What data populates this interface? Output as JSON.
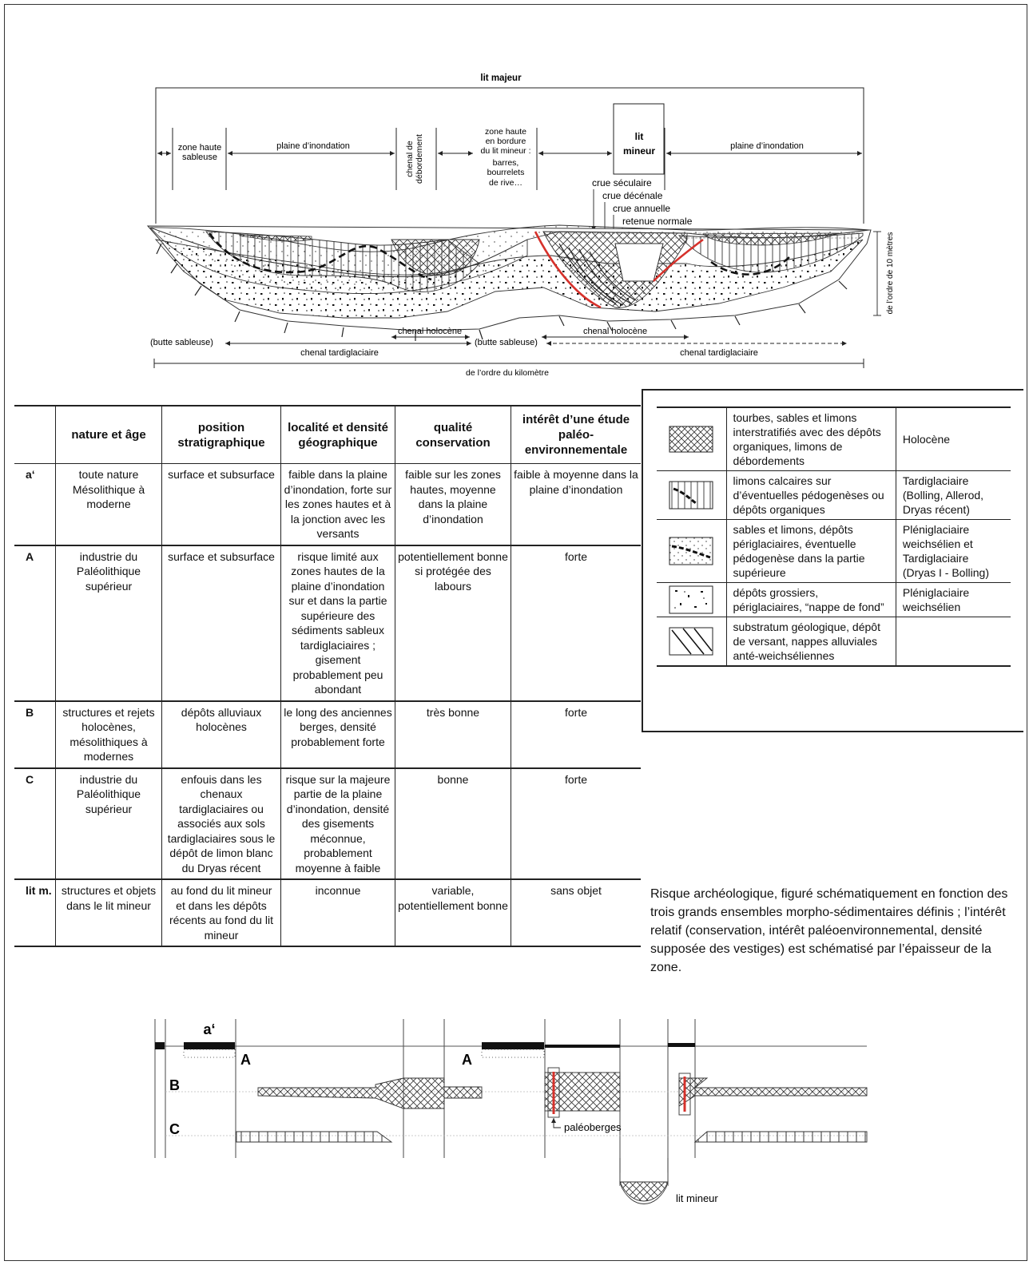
{
  "section_profile": {
    "lit_majeur": "lit majeur",
    "zones": {
      "zone_haute_sableuse": [
        "zone haute",
        "sableuse"
      ],
      "plaine_inondation_left": "plaine d’inondation",
      "chenal_debordement": [
        "chenal de",
        "débordement"
      ],
      "zone_haute_bordure": [
        "zone haute",
        "en bordure",
        "du lit mineur :",
        "barres,",
        "bourrelets",
        "de rive…"
      ],
      "lit_mineur": [
        "lit",
        "mineur"
      ],
      "plaine_inondation_right": "plaine d’inondation"
    },
    "flood_levels": [
      "crue séculaire",
      "crue décénale",
      "crue annuelle",
      "retenue normale"
    ],
    "vertical_scale": "de l’ordre de 10 mètres",
    "horizontal_scale": "de l’ordre du kilomètre",
    "bottom_labels": {
      "chenal_holocene_1": "chenal holocène",
      "chenal_holocene_2": "chenal holocène",
      "butte_sableuse_1": "(butte sableuse)",
      "butte_sableuse_2": "(butte sableuse)",
      "chenal_tardiglaciaire_1": "chenal tardiglaciaire",
      "chenal_tardiglaciaire_2": "chenal tardiglaciaire"
    }
  },
  "main_table": {
    "headers": [
      "",
      "nature et âge",
      "position stratigraphique",
      "localité et densité géographique",
      "qualité conservation",
      "intérêt d’une étude paléo-environnementale"
    ],
    "rows": [
      {
        "key": "a‘",
        "cells": [
          "toute nature Mésolithique à moderne",
          "surface et subsurface",
          "faible dans la plaine d’inondation, forte sur les zones hautes et à la jonction avec les versants",
          "faible sur les zones hautes, moyenne dans la plaine d’inondation",
          "faible à moyenne dans la plaine d’inondation"
        ]
      },
      {
        "key": "A",
        "cells": [
          "industrie du Paléolithique supérieur",
          "surface et subsurface",
          "risque limité aux zones hautes de la plaine d’inondation sur et dans la partie supérieure des sédiments sableux tardiglaciaires ; gisement probablement peu abondant",
          "potentiellement bonne si protégée des labours",
          "forte"
        ]
      },
      {
        "key": "B",
        "cells": [
          "structures et rejets holocènes, mésolithiques à modernes",
          "dépôts alluviaux holocènes",
          "le long des anciennes berges, densité probablement forte",
          "très bonne",
          "forte"
        ]
      },
      {
        "key": "C",
        "cells": [
          "industrie du Paléolithique supérieur",
          "enfouis dans les chenaux tardiglaciaires ou associés aux sols tardiglaciaires sous le dépôt de limon blanc du Dryas récent",
          "risque sur la majeure partie de la plaine d’inondation, densité des gisements méconnue, probablement moyenne à faible",
          "bonne",
          "forte"
        ]
      },
      {
        "key": "lit m.",
        "cells": [
          "structures et objets dans le lit mineur",
          "au fond du lit mineur et dans les dépôts récents au fond du lit mineur",
          "inconnue",
          "variable, potentiellement bonne",
          "sans objet"
        ]
      }
    ]
  },
  "legend": [
    {
      "pattern": "crosshatch",
      "description": "tourbes, sables et limons interstratifiés avec des dépôts organiques, limons de débordements",
      "age": "Holocène"
    },
    {
      "pattern": "vertical-lines-dashed",
      "description": "limons calcaires sur d’éventuelles pédogenèses ou dépôts organiques",
      "age": "Tardiglaciaire (Bolling, Allerod, Dryas récent)"
    },
    {
      "pattern": "dots-dashed",
      "description": "sables et limons, dépôts périglaciaires, éventuelle pédogenèse dans la partie supérieure",
      "age": "Pléniglaciaire weichsélien et Tardiglaciaire (Dryas I - Bolling)"
    },
    {
      "pattern": "coarse-dots",
      "description": "dépôts grossiers, périglaciaires, “nappe de fond”",
      "age": "Pléniglaciaire weichsélien"
    },
    {
      "pattern": "diagonal-lines",
      "description": "substratum géologique, dépôt de versant, nappes alluviales anté-weichséliennes",
      "age": ""
    }
  ],
  "caption": "Risque archéologique, figuré schématiquement en fonction des trois grands ensembles morpho-sédimentaires définis ; l’intérêt relatif (conservation, intérêt paléoenvironnemental, densité supposée des vestiges) est schématisé par l’épaisseur de la zone.",
  "risk_diagram": {
    "labels": {
      "a_prime": "a‘",
      "A_left": "A",
      "A_mid": "A",
      "B": "B",
      "C": "C"
    },
    "paleoberges": "paléoberges",
    "lit_mineur": "lit mineur"
  },
  "colors": {
    "red": "#d6312b",
    "ink": "#222222"
  }
}
